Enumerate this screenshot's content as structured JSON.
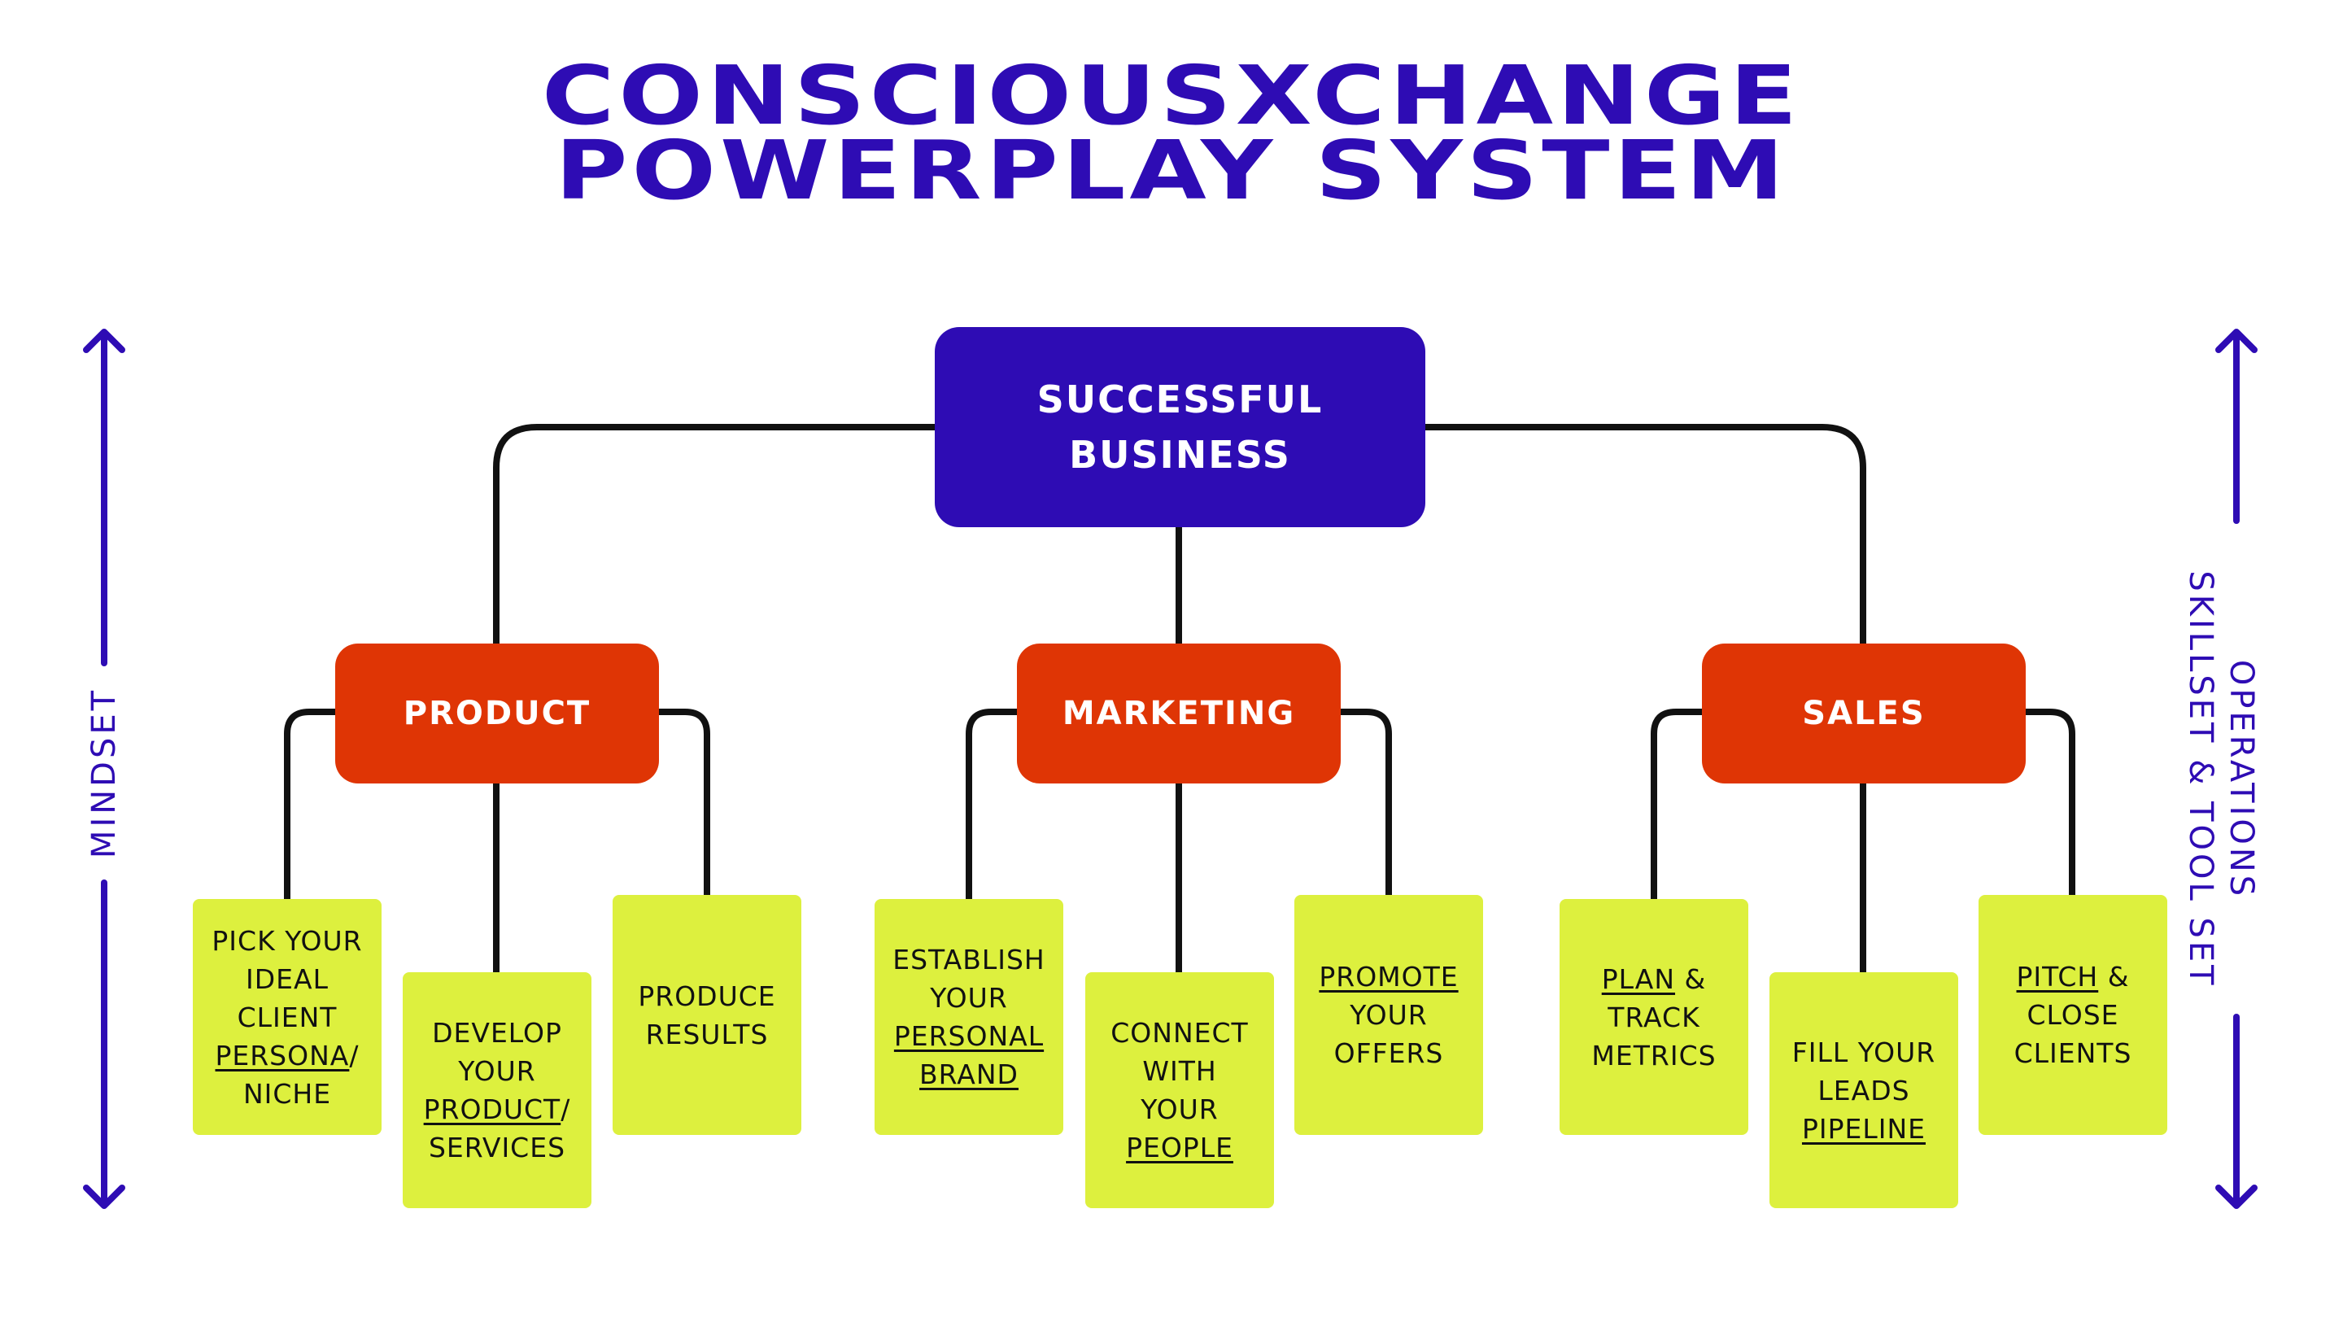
{
  "title": {
    "line1": "CONSCIOUSXCHANGE",
    "line2": "POWERPLAY SYSTEM"
  },
  "colors": {
    "primary": "#2e0cb4",
    "category": "#df3505",
    "leaf": "#ddf03e",
    "connector": "#111111"
  },
  "root": {
    "line1": "SUCCESSFUL",
    "line2": "BUSINESS"
  },
  "categories": [
    {
      "label": "PRODUCT",
      "items": [
        {
          "lines": [
            "PICK YOUR",
            "IDEAL",
            "CLIENT",
            "PERSONA/",
            "NICHE"
          ]
        },
        {
          "lines": [
            "DEVELOP",
            "YOUR",
            "PRODUCT/",
            "SERVICES"
          ]
        },
        {
          "lines": [
            "PRODUCE",
            "RESULTS"
          ]
        }
      ]
    },
    {
      "label": "MARKETING",
      "items": [
        {
          "lines": [
            "ESTABLISH",
            "YOUR",
            "PERSONAL",
            "BRAND"
          ]
        },
        {
          "lines": [
            "CONNECT",
            "WITH",
            "YOUR",
            "PEOPLE"
          ]
        },
        {
          "lines": [
            "PROMOTE",
            "YOUR",
            "OFFERS"
          ]
        }
      ]
    },
    {
      "label": "SALES",
      "items": [
        {
          "lines": [
            "PLAN &",
            "TRACK",
            "METRICS"
          ]
        },
        {
          "lines": [
            "FILL YOUR",
            "LEADS",
            "PIPELINE"
          ]
        },
        {
          "lines": [
            "PITCH &",
            "CLOSE",
            "CLIENTS"
          ]
        }
      ]
    }
  ],
  "side_labels": {
    "left": "MINDSET",
    "right_line1": "OPERATIONS",
    "right_line2": "SKILLSET & TOOL SET"
  }
}
